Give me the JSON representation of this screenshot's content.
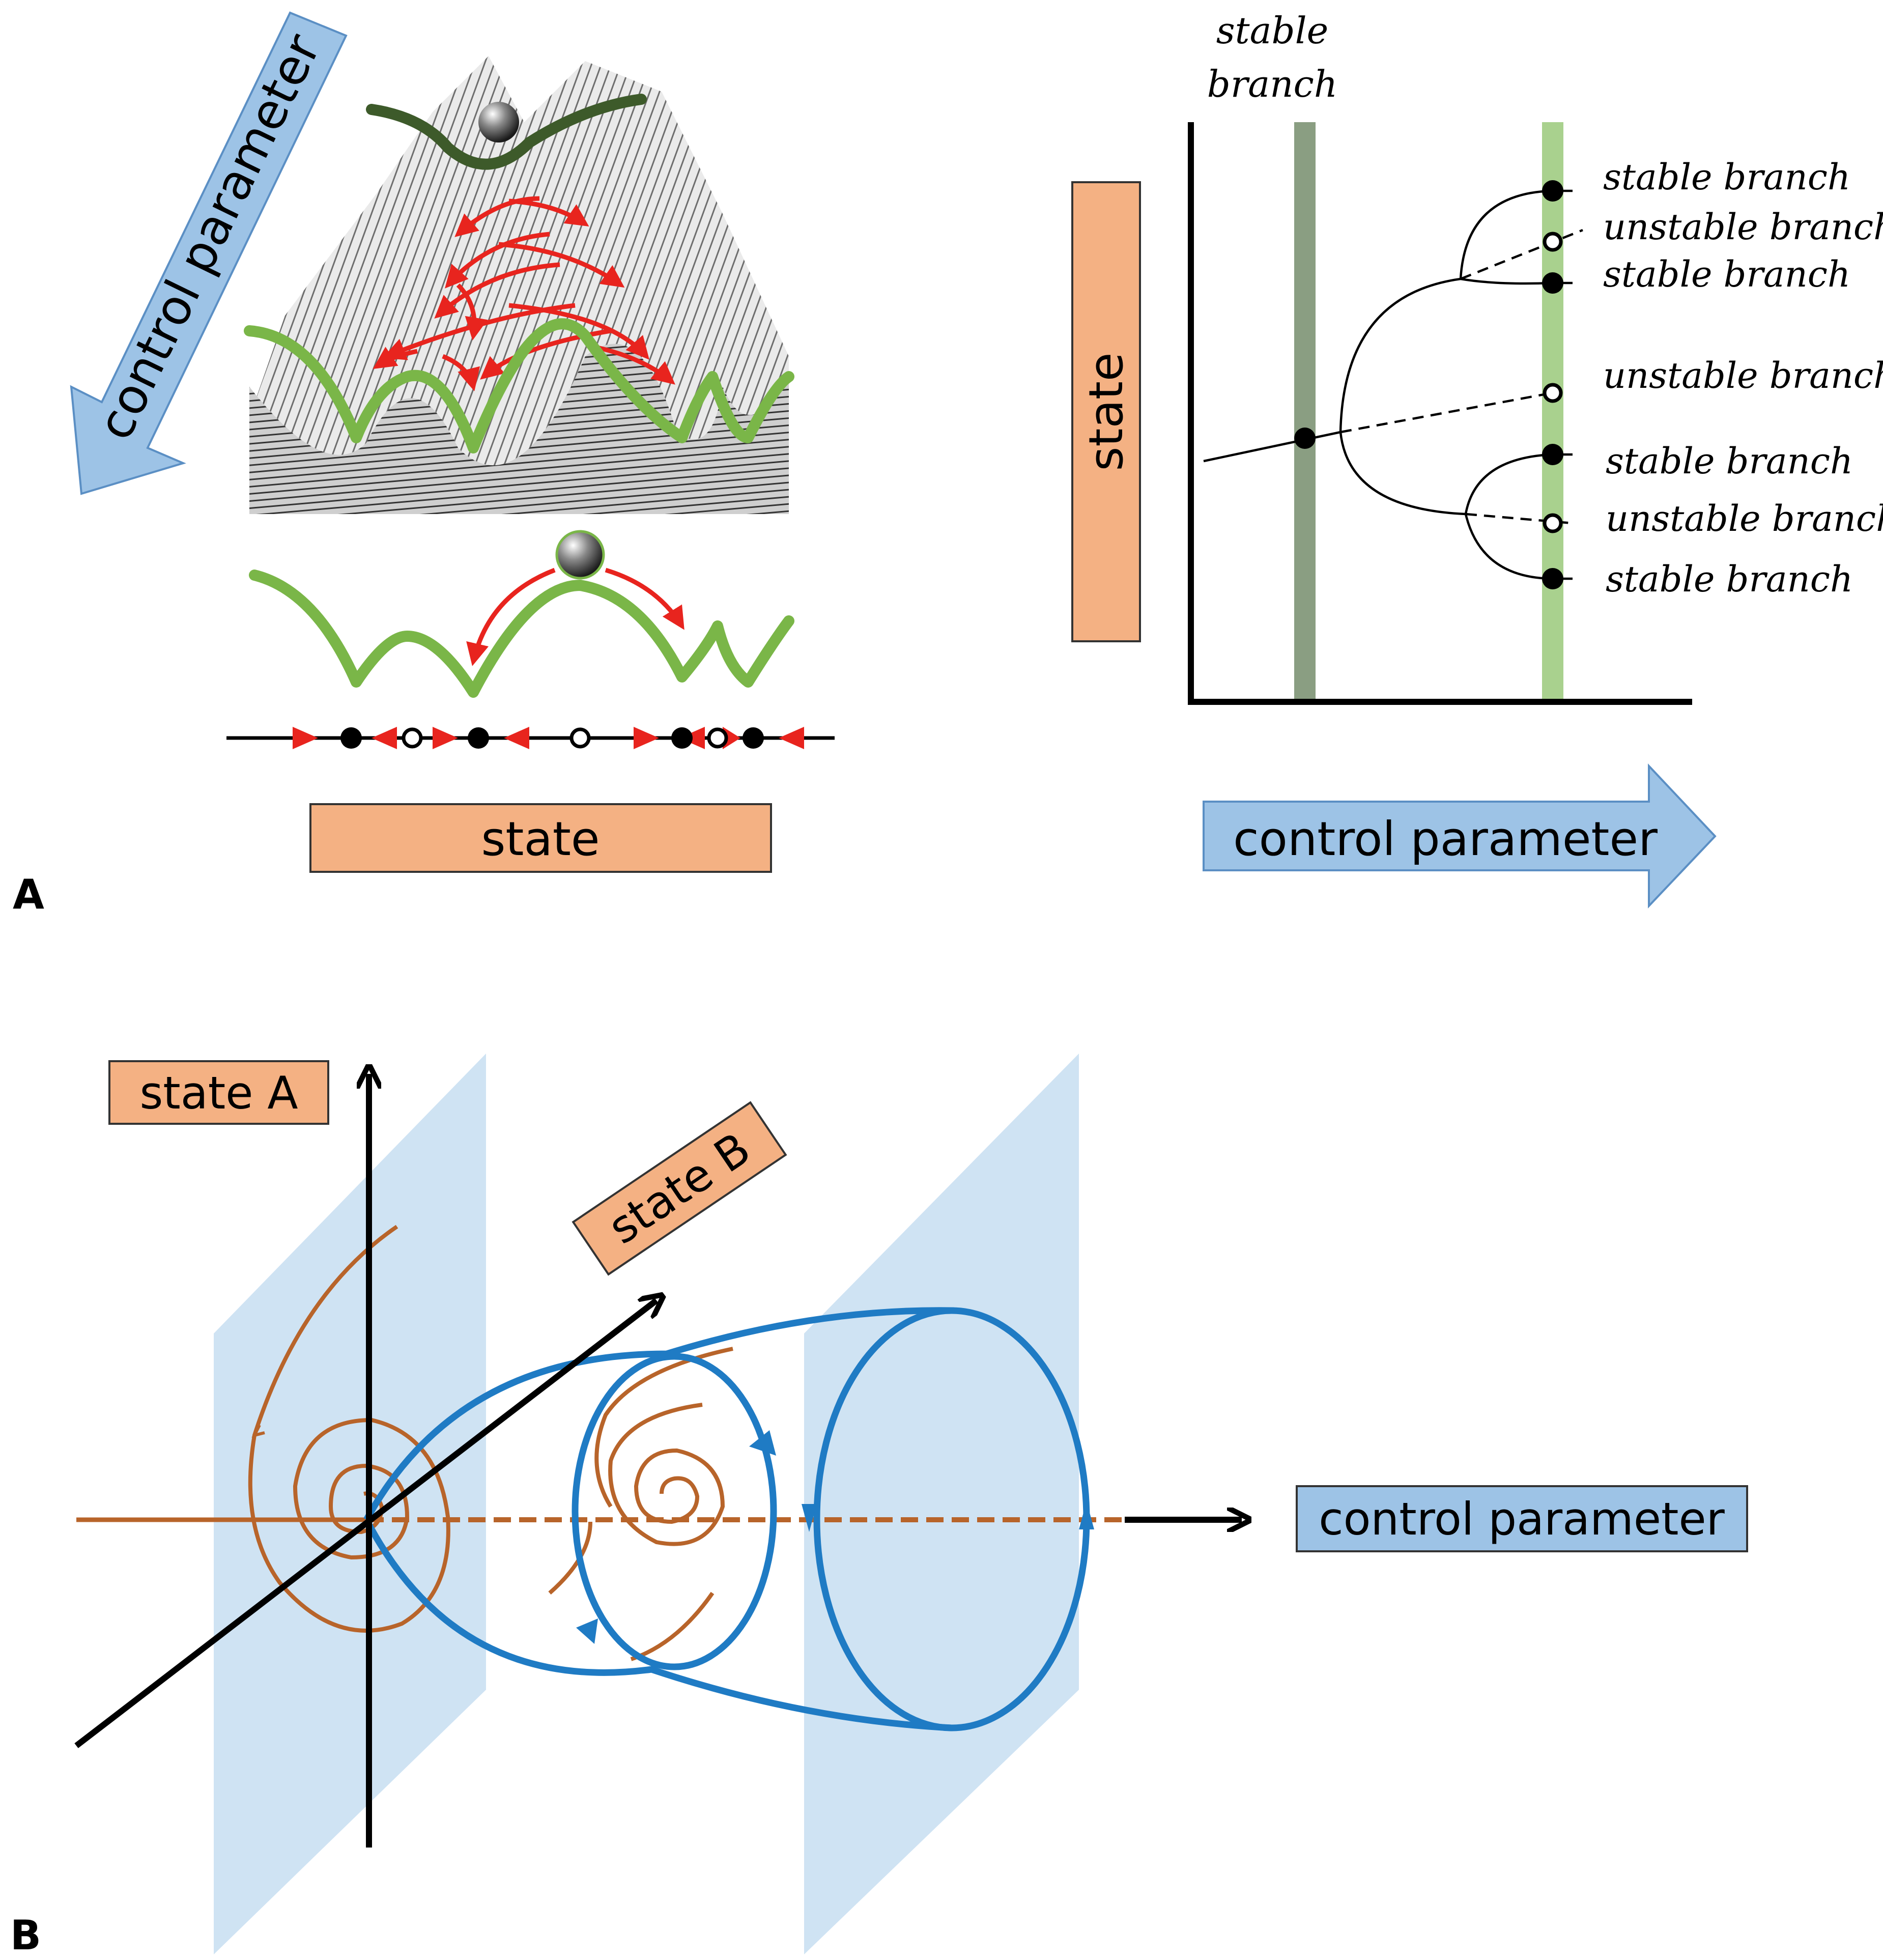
{
  "panel_a": {
    "letter": "A",
    "landscape": {
      "control_parameter_label": "control parameter",
      "state_label": "state"
    },
    "bifurcation": {
      "state_label": "state",
      "control_parameter_label": "control parameter",
      "top_label_line1": "stable",
      "top_label_line2": "branch",
      "branch_labels": [
        "stable branch",
        "unstable branch",
        "stable branch",
        "unstable branch",
        "stable branch",
        "unstable branch",
        "stable branch"
      ]
    }
  },
  "panel_b": {
    "letter": "B",
    "state_a_label": "state A",
    "state_b_label": "state B",
    "control_parameter_label": "control parameter"
  },
  "colors": {
    "green_curve": "#7ab648",
    "dark_green_curve": "#3d5a2a",
    "red_arrow": "#e8241e",
    "orange_box": "#f4b183",
    "blue_box": "#9dc3e6",
    "blue_orbit": "#1f7bc4",
    "brown_trajectory": "#b8642a",
    "plane_fill": "#cfe3f3",
    "dark_band": "#8a9e82",
    "light_band": "#a9d18e"
  }
}
